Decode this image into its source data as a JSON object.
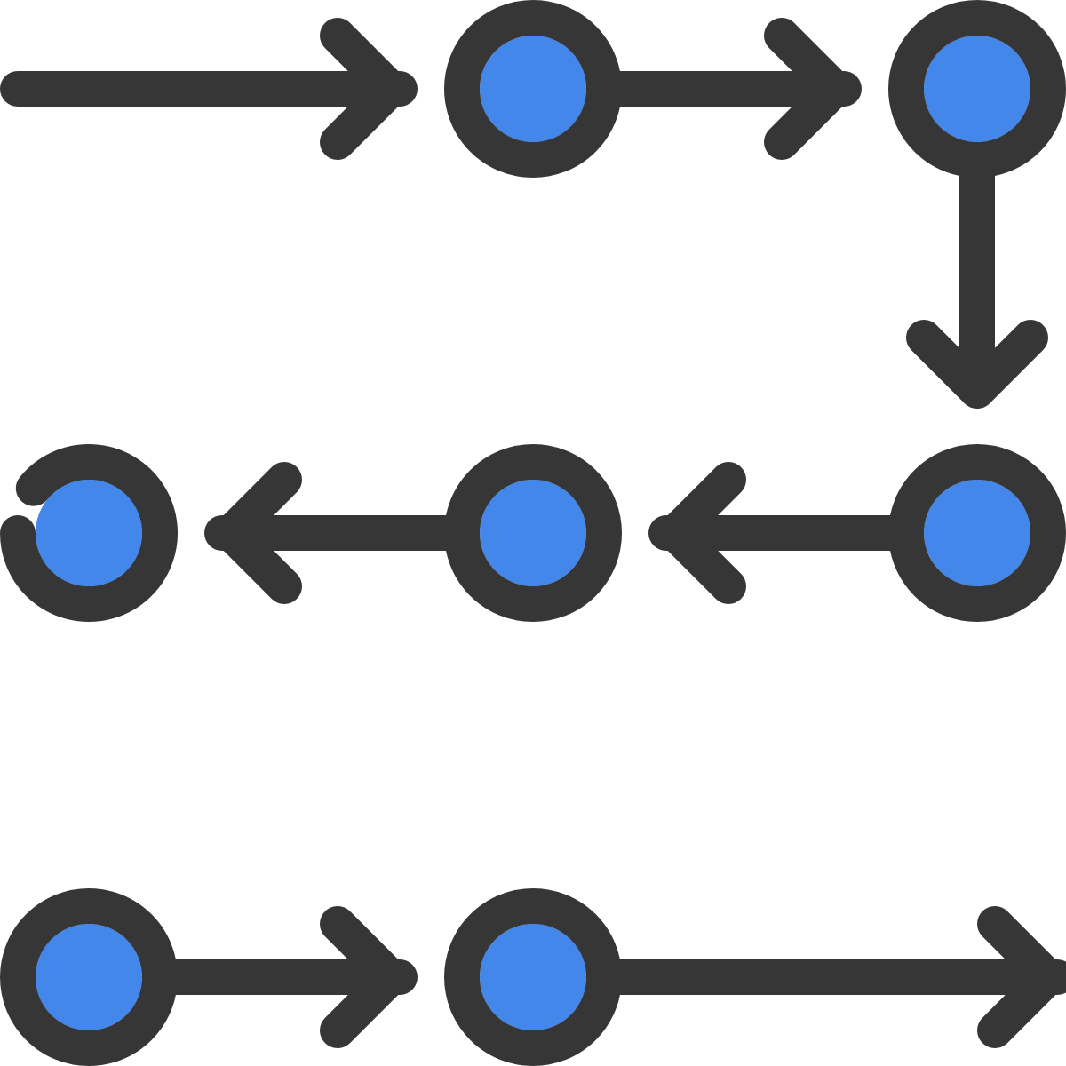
{
  "colors": {
    "background": "#ffffff",
    "stroke": "#363636",
    "node_fill": "#4487EB"
  },
  "diagram": {
    "icon": "process-flow-icon",
    "nodes": [
      {
        "id": "node-1",
        "row": 1,
        "state": "complete"
      },
      {
        "id": "node-2",
        "row": 1,
        "state": "complete"
      },
      {
        "id": "node-3",
        "row": 2,
        "state": "complete"
      },
      {
        "id": "node-4",
        "row": 2,
        "state": "complete"
      },
      {
        "id": "node-5",
        "row": 2,
        "state": "partial"
      },
      {
        "id": "node-6",
        "row": 3,
        "state": "complete"
      },
      {
        "id": "node-7",
        "row": 3,
        "state": "complete"
      }
    ],
    "arrows": [
      {
        "id": "arrow-start",
        "from": null,
        "to": "node-1",
        "direction": "right"
      },
      {
        "id": "arrow-1-2",
        "from": "node-1",
        "to": "node-2",
        "direction": "right"
      },
      {
        "id": "arrow-2-3",
        "from": "node-2",
        "to": "node-3",
        "direction": "down"
      },
      {
        "id": "arrow-3-4",
        "from": "node-3",
        "to": "node-4",
        "direction": "left"
      },
      {
        "id": "arrow-4-5",
        "from": "node-4",
        "to": "node-5",
        "direction": "left"
      },
      {
        "id": "arrow-6-7",
        "from": "node-6",
        "to": "node-7",
        "direction": "right"
      },
      {
        "id": "arrow-end",
        "from": "node-7",
        "to": null,
        "direction": "right"
      }
    ]
  }
}
